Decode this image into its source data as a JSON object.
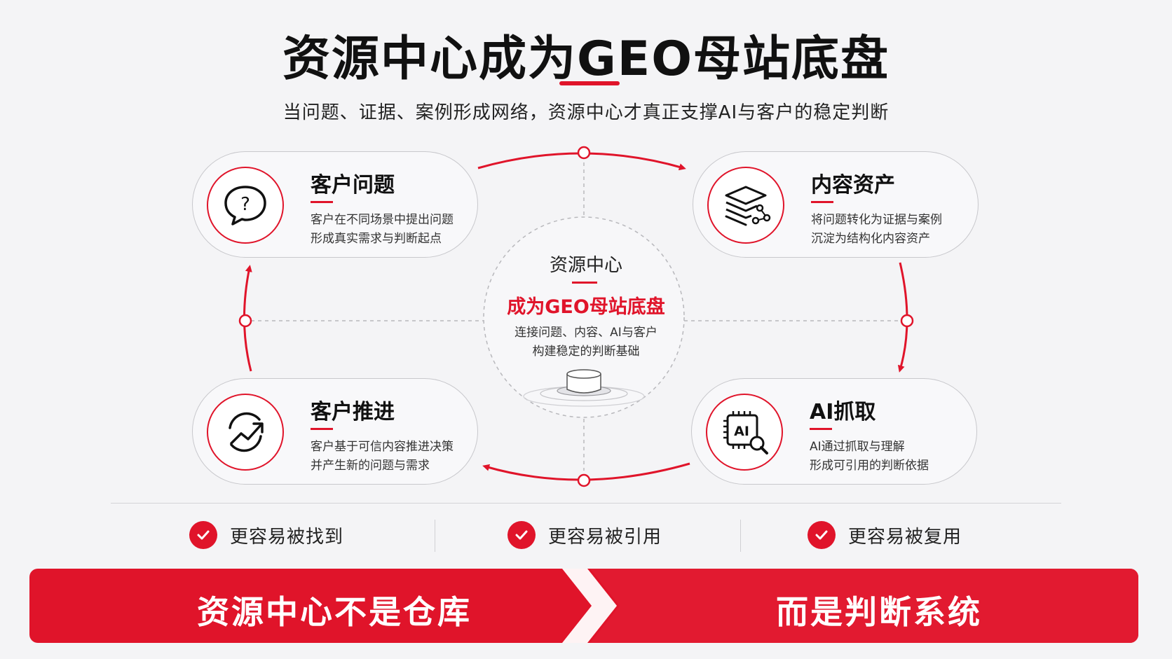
{
  "header": {
    "title": "资源中心成为GEO母站底盘",
    "subtitle": "当问题、证据、案例形成网络，资源中心才真正支撑AI与客户的稳定判断"
  },
  "cards": {
    "customer_question": {
      "title": "客户问题",
      "line1": "客户在不同场景中提出问题",
      "line2": "形成真实需求与判断起点",
      "icon": "question-speech-bubble-icon"
    },
    "content_asset": {
      "title": "内容资产",
      "line1": "将问题转化为证据与案例",
      "line2": "沉淀为结构化内容资产",
      "icon": "layers-network-icon"
    },
    "customer_advance": {
      "title": "客户推进",
      "line1": "客户基于可信内容推进决策",
      "line2": "并产生新的问题与需求",
      "icon": "trend-cycle-icon"
    },
    "ai_capture": {
      "title": "AI抓取",
      "line1": "AI通过抓取与理解",
      "line2": "形成可引用的判断依据",
      "icon": "ai-chip-search-icon",
      "chip_text": "AI"
    }
  },
  "center": {
    "label": "资源中心",
    "highlight": "成为GEO母站底盘",
    "desc1": "连接问题、内容、AI与客户",
    "desc2": "构建稳定的判断基础"
  },
  "benefits": [
    {
      "label": "更容易被找到"
    },
    {
      "label": "更容易被引用"
    },
    {
      "label": "更容易被复用"
    }
  ],
  "banner": {
    "left": "资源中心不是仓库",
    "right": "而是判断系统"
  },
  "colors": {
    "accent": "#e0142a",
    "background": "#f4f4f6",
    "text": "#111111"
  }
}
